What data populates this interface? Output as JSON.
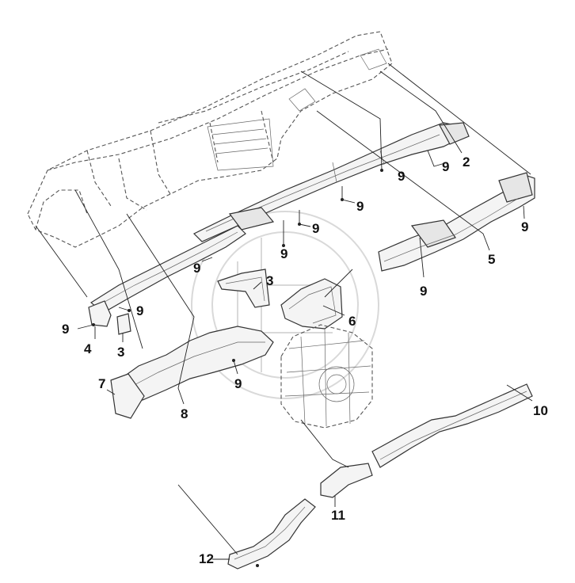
{
  "callouts": {
    "c1": "2",
    "c2": "9",
    "c3": "9",
    "c4": "9",
    "c5": "9",
    "c6": "5",
    "c7": "9",
    "c8": "9",
    "c9": "9",
    "c10": "3",
    "c11": "6",
    "c12": "9",
    "c13": "9",
    "c14": "4",
    "c15": "3",
    "c16": "7",
    "c17": "9",
    "c18": "8",
    "c19": "10",
    "c20": "11",
    "c21": "12",
    "c22": "9"
  }
}
